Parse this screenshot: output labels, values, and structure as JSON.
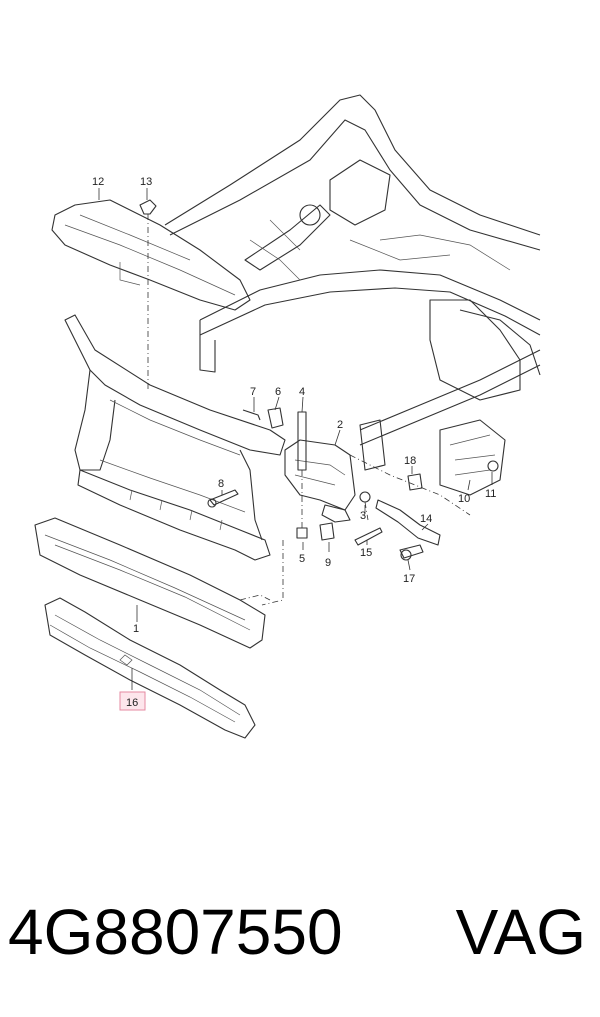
{
  "callouts": {
    "c1": "1",
    "c2": "2",
    "c3": "3",
    "c4": "4",
    "c5": "5",
    "c6": "6",
    "c7": "7",
    "c8": "8",
    "c9": "9",
    "c10": "10",
    "c11": "11",
    "c12": "12",
    "c13": "13",
    "c14": "14",
    "c15": "15",
    "c16": "16",
    "c17": "17",
    "c18": "18"
  },
  "highlighted_callout": "16",
  "highlight_color": "#fde6ec",
  "caption": {
    "part_number": "4G8807550",
    "brand": "VAG"
  }
}
